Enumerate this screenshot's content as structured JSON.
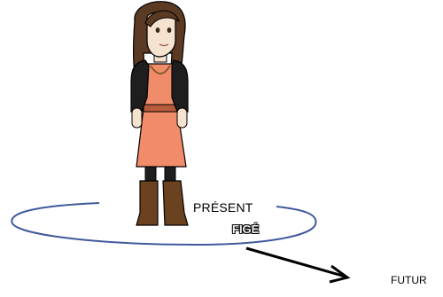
{
  "labels": {
    "present": "PRÉSENT",
    "frozen": "FIGÉ",
    "future": "FUTUR"
  },
  "colors": {
    "ellipse": "#3f5a9c",
    "arrow": "#000000",
    "hair": "#5a3a22",
    "jacket": "#1e1e1e",
    "dress": "#f08c6a",
    "boots": "#6b4220",
    "skin": "#f6e3cf"
  },
  "figure": {
    "description_icon": "standing-woman-icon"
  }
}
